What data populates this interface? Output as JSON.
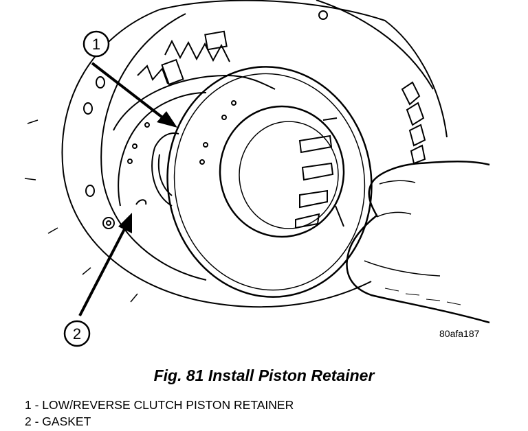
{
  "figure": {
    "reference_code": "80afa187",
    "caption": "Fig. 81 Install Piston Retainer"
  },
  "callouts": [
    {
      "number": "1",
      "label": "LOW/REVERSE CLUTCH PISTON RETAINER"
    },
    {
      "number": "2",
      "label": "GASKET"
    }
  ],
  "legend": [
    "1 - LOW/REVERSE CLUTCH PISTON RETAINER",
    "2 - GASKET"
  ]
}
